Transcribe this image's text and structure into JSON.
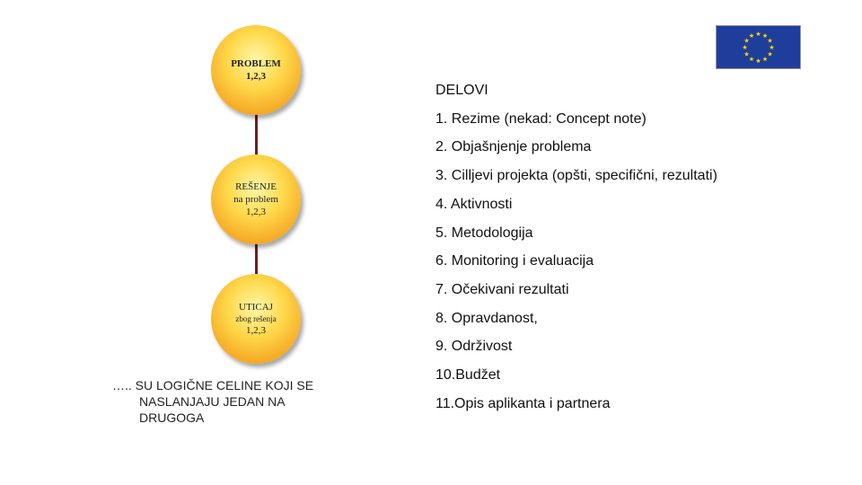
{
  "flow": {
    "node1": {
      "line1": "PROBLEM",
      "line2": "1,2,3"
    },
    "node2": {
      "line1": "REŠENJE",
      "line2": "na problem",
      "line3": "1,2,3"
    },
    "node3": {
      "line1": "UTICAJ",
      "line2": "zbog rešenja",
      "line3": "1,2,3"
    },
    "note": {
      "line1": "….. SU LOGIČNE CELINE KOJI SE",
      "line2": "NASLANJAJU JEDAN NA",
      "line3": "DRUGOGA"
    }
  },
  "list": {
    "title": "DELOVI",
    "items": [
      "1. Rezime  (nekad: Concept note)",
      "2. Objašnjenje problema",
      "3. Cilljevi projekta (opšti, specifični, rezultati)",
      "4. Aktivnosti",
      "5. Metodologija",
      "6. Monitoring i evaluacija",
      "7. Očekivani rezultati",
      "8. Opravdanost,",
      "9. Održivost",
      "10.Budžet",
      "11.Opis aplikanta i partnera"
    ]
  },
  "colors": {
    "connector": "#6b1f1f",
    "circle": "#f5a623",
    "flag_blue": "#1f3e9c",
    "flag_stars": "#ffdd00"
  },
  "icons": {
    "flag": "eu-flag-icon"
  }
}
